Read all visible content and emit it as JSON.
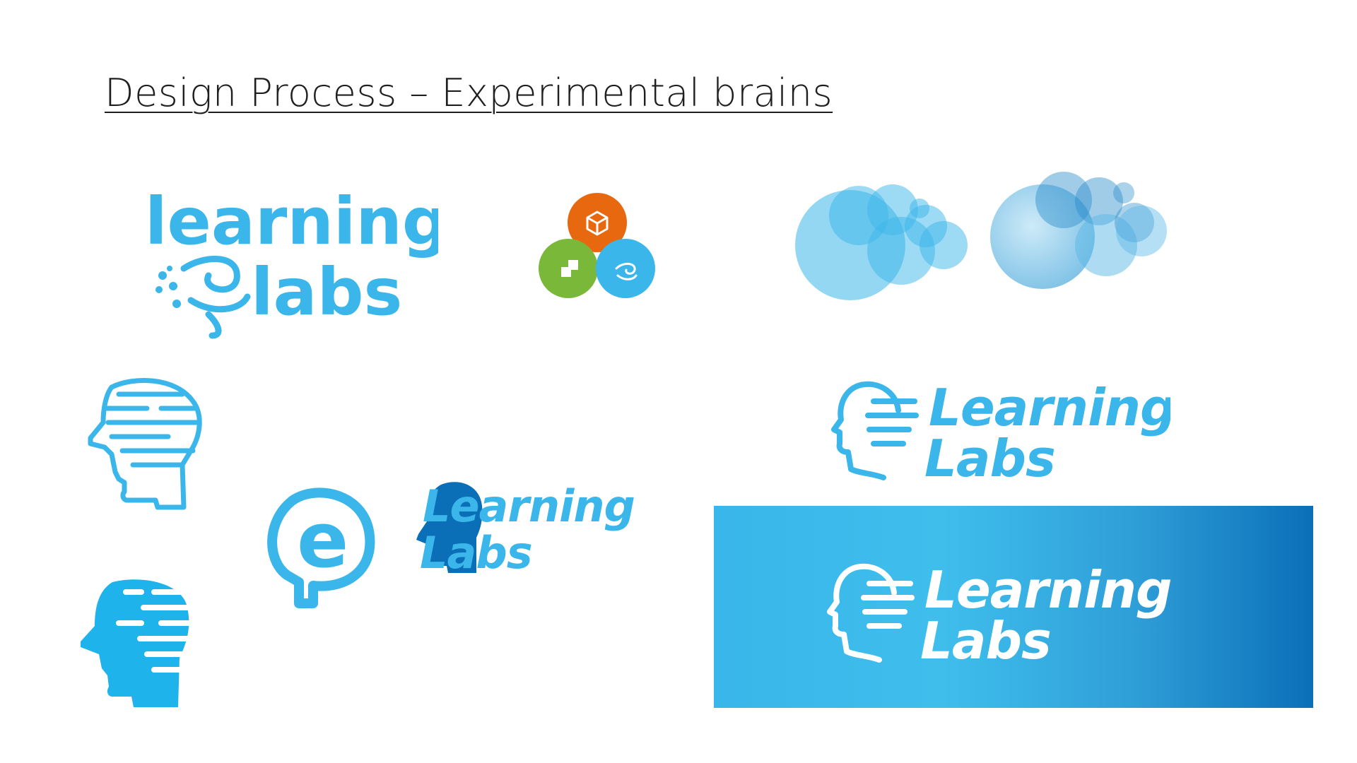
{
  "slide": {
    "title": "Design Process – Experimental brains"
  },
  "concepts": {
    "logo1": {
      "line1": "learning",
      "line2": "labs"
    },
    "logo_e": {
      "letter": "e"
    },
    "logo_overlap": {
      "line1": "Learning",
      "line2": "Labs"
    },
    "logo_head": {
      "line1": "Learning",
      "line2": "Labs"
    },
    "logo_banner": {
      "line1": "Learning",
      "line2": "Labs"
    }
  },
  "colors": {
    "brand_blue": "#3bb6ea",
    "dark_blue": "#0b6fb8",
    "orange": "#e8680f",
    "green": "#7ab83a"
  },
  "icons": [
    "brain-swirl-icon",
    "cube-icon",
    "stacked-squares-icon",
    "circle-cluster-icon",
    "head-stripes-icon",
    "e-head-icon"
  ]
}
